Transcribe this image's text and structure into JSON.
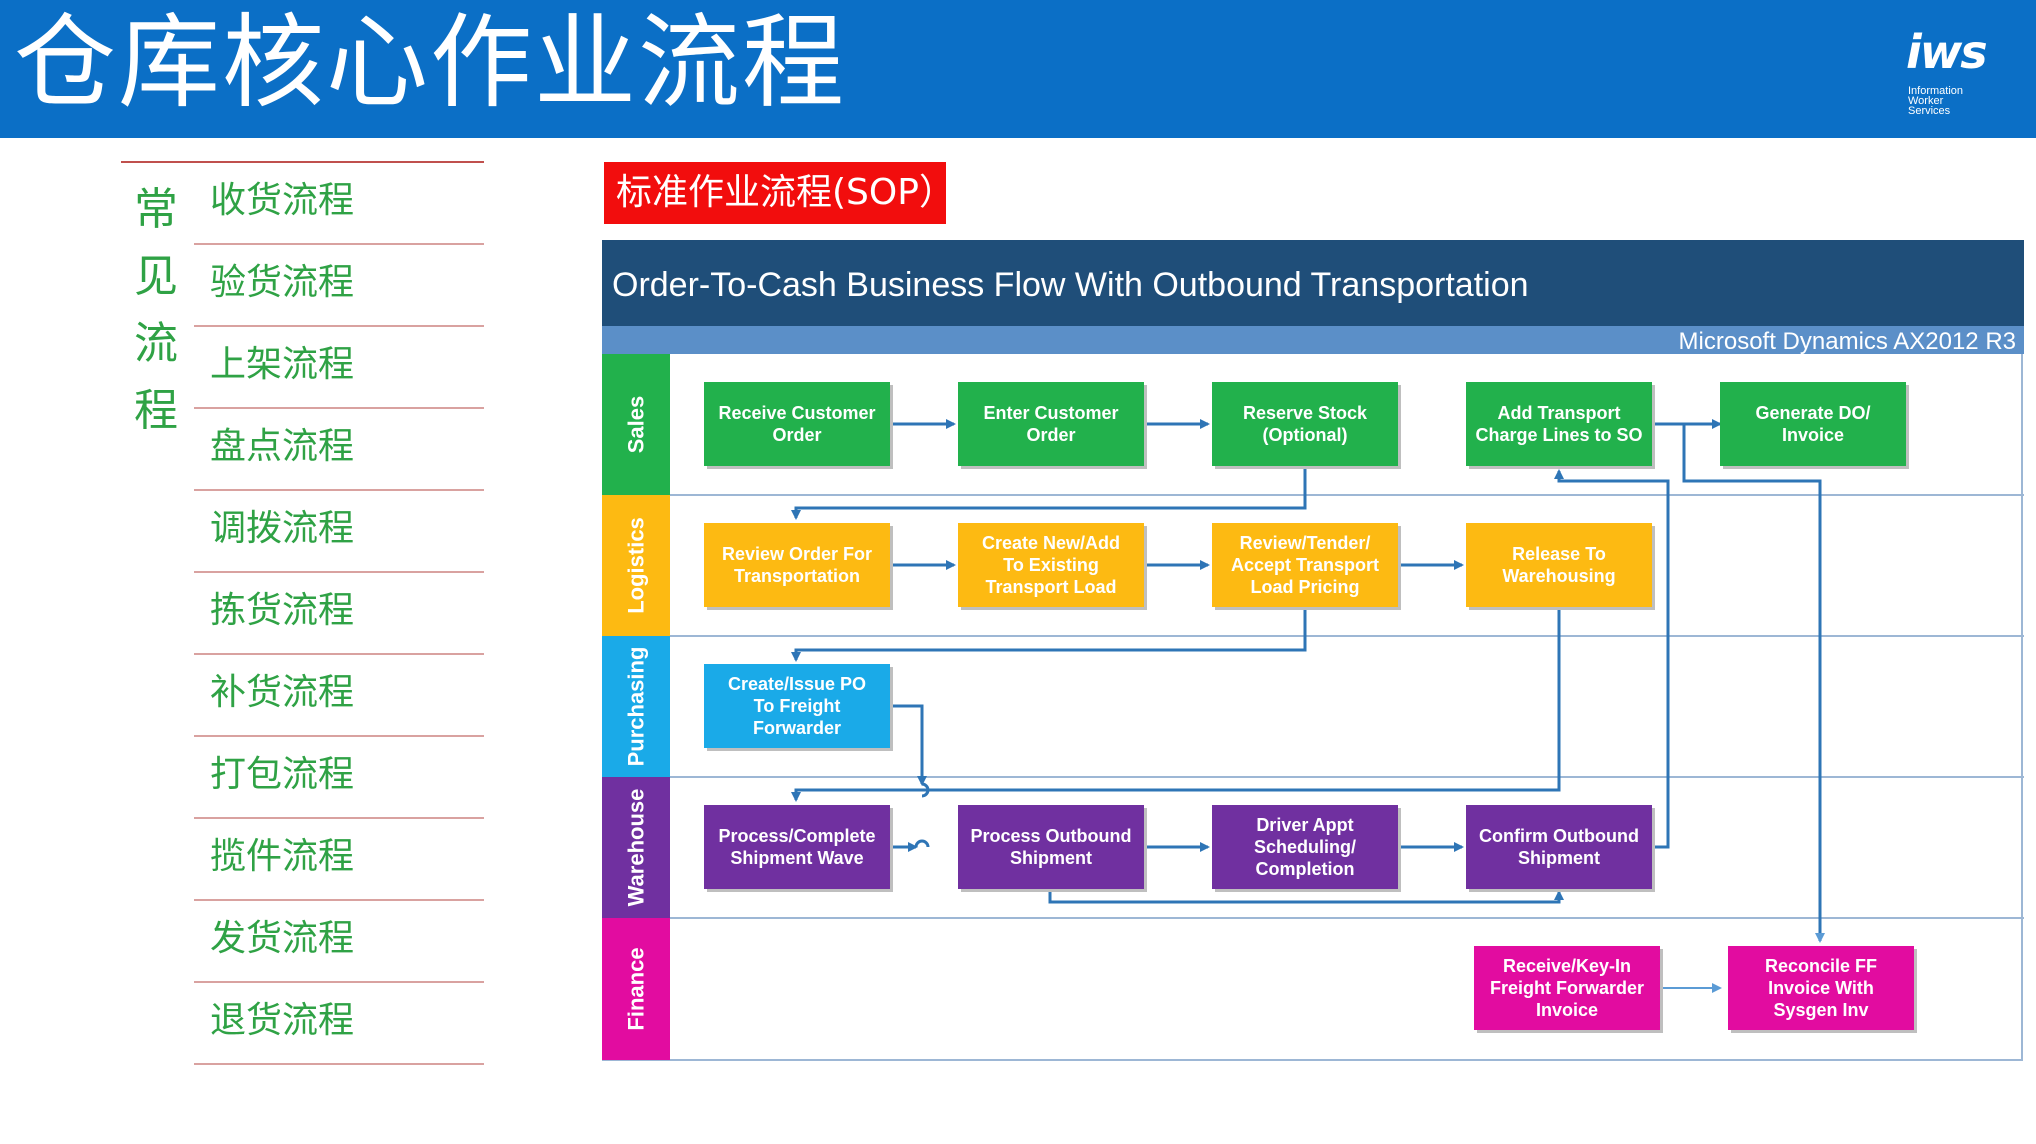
{
  "header": {
    "title": "仓库核心作业流程",
    "logo": {
      "mark": "iws",
      "sub": [
        "Information",
        "Worker",
        "Services"
      ]
    }
  },
  "sidebar": {
    "group_label": [
      "常",
      "见",
      "流",
      "程"
    ],
    "items": [
      "收货流程",
      "验货流程",
      "上架流程",
      "盘点流程",
      "调拨流程",
      "拣货流程",
      "补货流程",
      "打包流程",
      "揽件流程",
      "发货流程",
      "退货流程"
    ]
  },
  "sop_label": "标准作业流程(SOP）",
  "diagram": {
    "title": "Order-To-Cash Business Flow With Outbound Transportation",
    "subtitle": "Microsoft Dynamics AX2012 R3",
    "colors": {
      "title_bg": "#1F4E79",
      "subtitle_bg": "#5B8FC8",
      "sales": "#22B14C",
      "logistics": "#FDBA12",
      "purchasing": "#1AAAE8",
      "warehouse": "#7030A0",
      "finance": "#E20CA0",
      "connector": "#2E75B6"
    },
    "lanes": [
      {
        "key": "sales",
        "label": "Sales"
      },
      {
        "key": "logistics",
        "label": "Logistics"
      },
      {
        "key": "purchasing",
        "label": "Purchasing"
      },
      {
        "key": "warehouse",
        "label": "Warehouse"
      },
      {
        "key": "finance",
        "label": "Finance"
      }
    ],
    "steps": {
      "receive_order": [
        "Receive Customer",
        "Order"
      ],
      "enter_order": [
        "Enter Customer",
        "Order"
      ],
      "reserve_stock": [
        "Reserve Stock",
        "(Optional)"
      ],
      "add_transport": [
        "Add Transport",
        "Charge Lines to SO"
      ],
      "generate_do": [
        "Generate DO/",
        "Invoice"
      ],
      "review_order": [
        "Review Order For",
        "Transportation"
      ],
      "create_load": [
        "Create New/Add",
        "To Existing",
        "Transport Load"
      ],
      "review_tender": [
        "Review/Tender/",
        "Accept Transport",
        "Load Pricing"
      ],
      "release_wh": [
        "Release To",
        "Warehousing"
      ],
      "create_po": [
        "Create/Issue PO",
        "To Freight",
        "Forwarder"
      ],
      "process_wave": [
        "Process/Complete",
        "Shipment Wave"
      ],
      "process_shipment": [
        "Process  Outbound",
        "Shipment"
      ],
      "driver_appt": [
        "Driver Appt",
        "Scheduling/",
        "Completion"
      ],
      "confirm_shipment": [
        "Confirm Outbound",
        "Shipment"
      ],
      "receive_ff": [
        "Receive/Key-In",
        "Freight Forwarder",
        "Invoice"
      ],
      "reconcile_ff": [
        "Reconcile FF",
        "Invoice With",
        "Sysgen Inv"
      ]
    }
  }
}
